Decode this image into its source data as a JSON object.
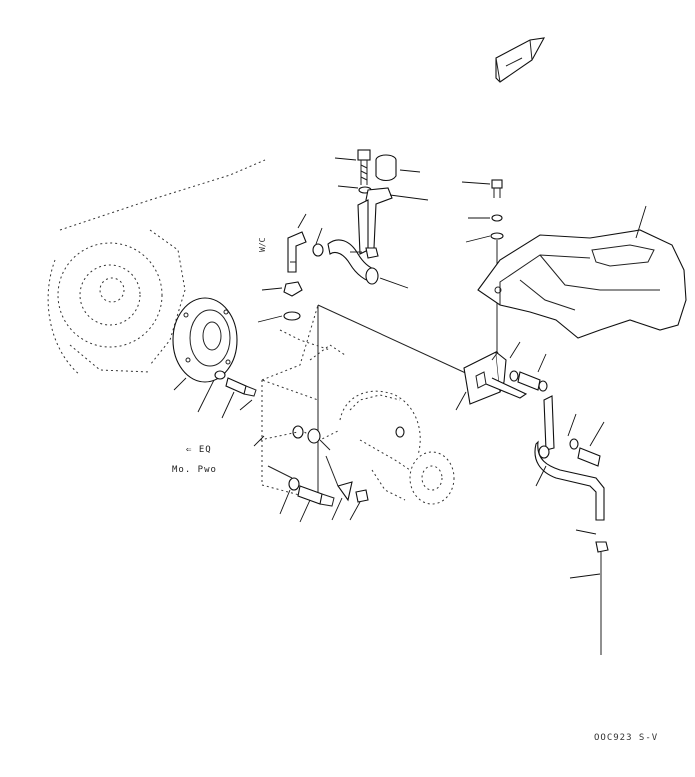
{
  "notes": {
    "vertical_mark": "W/C",
    "symbol_line": "⇐ EQ",
    "model_line": "Mo. Pwo"
  },
  "drawing_code": "OOC923 S-V",
  "icons": {
    "orientation": "direction-arrow-icon"
  }
}
